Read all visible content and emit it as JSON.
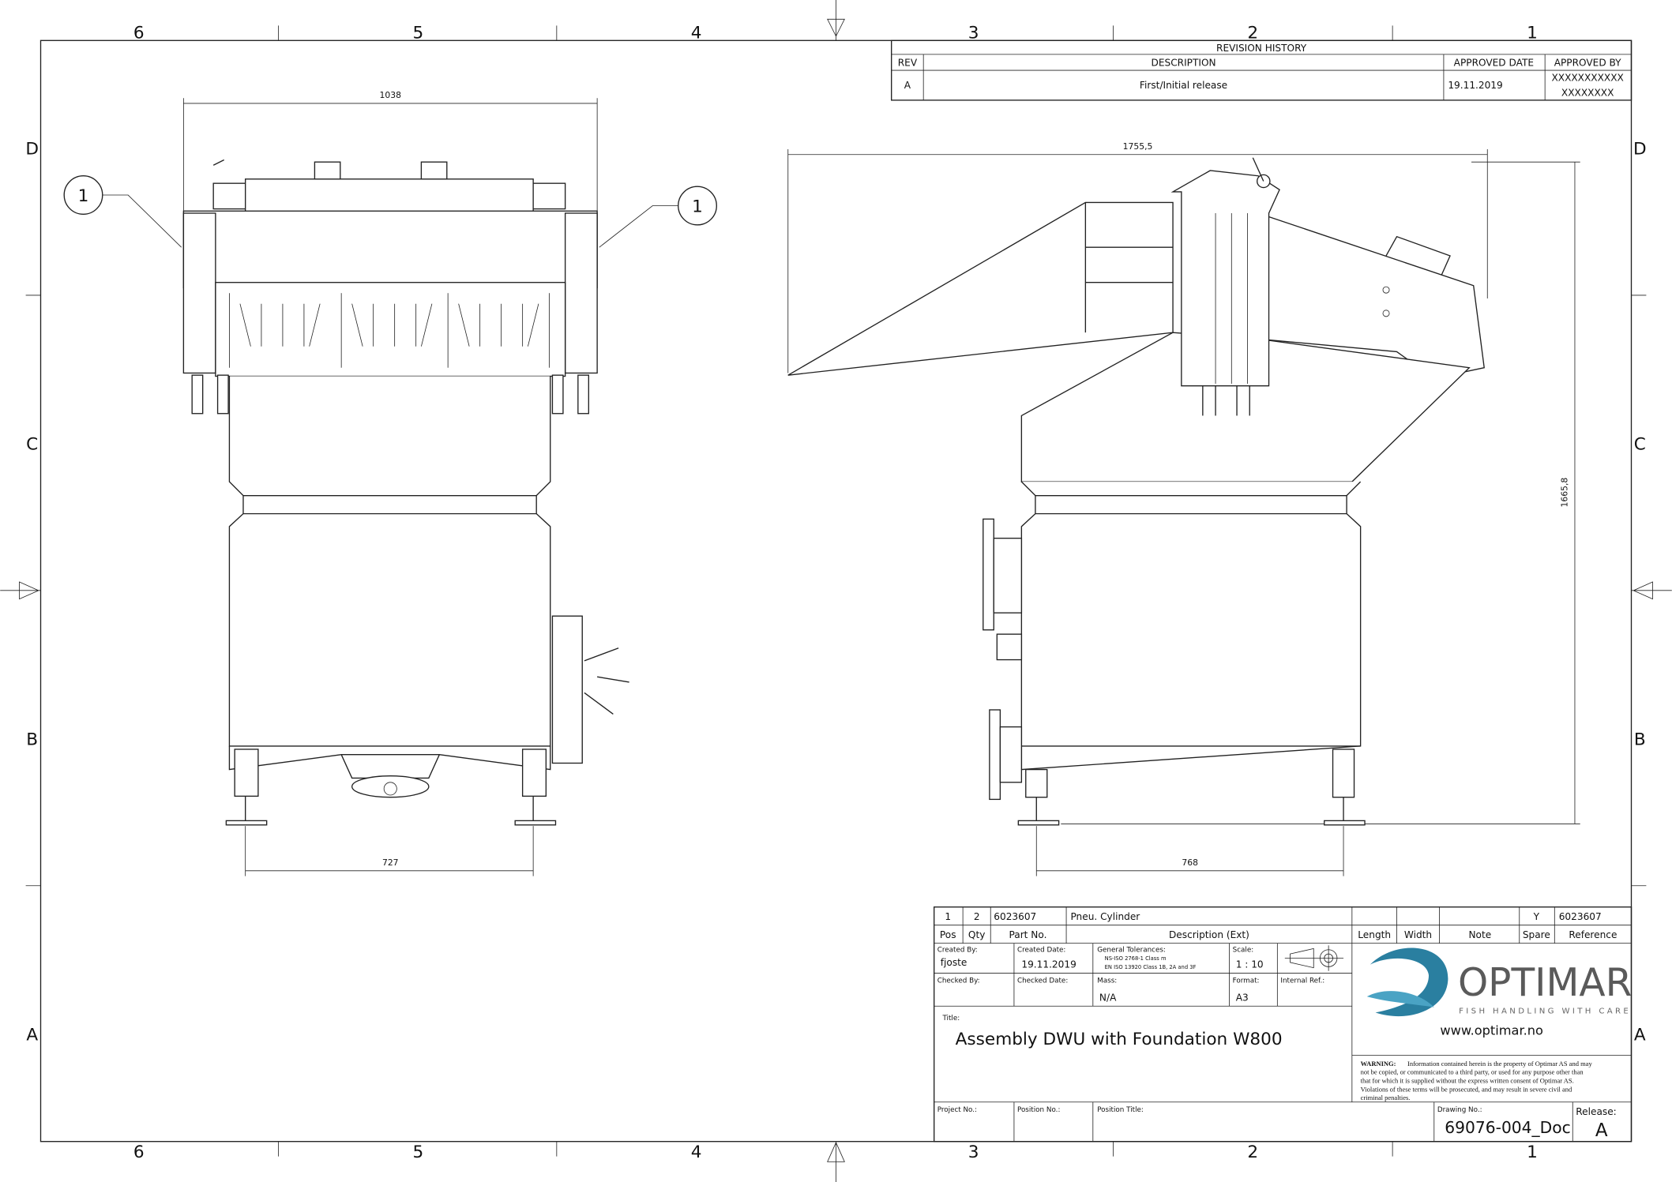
{
  "zones": {
    "columns": [
      "6",
      "5",
      "4",
      "3",
      "2",
      "1"
    ],
    "rows": [
      "D",
      "C",
      "B",
      "A"
    ]
  },
  "revision_history": {
    "title": "REVISION HISTORY",
    "headers": [
      "REV",
      "DESCRIPTION",
      "APPROVED DATE",
      "APPROVED BY"
    ],
    "rows": [
      {
        "rev": "A",
        "description": "First/Initial release",
        "date": "19.11.2019",
        "approved_by_1": "XXXXXXXXXXX",
        "approved_by_2": "XXXXXXXX"
      }
    ]
  },
  "dimensions": {
    "front_width": "1038",
    "front_feet": "727",
    "side_length": "1755,5",
    "side_height": "1665,8",
    "side_feet": "768"
  },
  "balloons": [
    "1",
    "1"
  ],
  "bom": {
    "row": {
      "pos": "1",
      "qty": "2",
      "part_no": "6023607",
      "description": "Pneu. Cylinder",
      "length": "",
      "width": "",
      "note": "",
      "spare": "Y",
      "reference": "6023607"
    },
    "headers": {
      "pos": "Pos",
      "qty": "Qty",
      "part_no": "Part No.",
      "description": "Description (Ext)",
      "length": "Length",
      "width": "Width",
      "note": "Note",
      "spare": "Spare",
      "reference": "Reference"
    }
  },
  "title_block": {
    "created_by_label": "Created By:",
    "created_by": "fjoste",
    "created_date_label": "Created Date:",
    "created_date": "19.11.2019",
    "tolerances_label": "General Tolerances:",
    "tolerance_1": "NS-ISO 2768-1 Class m",
    "tolerance_2": "EN ISO 13920 Class 1B, 2A and 3F",
    "scale_label": "Scale:",
    "scale": "1 : 10",
    "checked_by_label": "Checked By:",
    "checked_date_label": "Checked Date:",
    "mass_label": "Mass:",
    "mass": "N/A",
    "format_label": "Format:",
    "format": "A3",
    "internal_ref_label": "Internal Ref.:",
    "title_label": "Title:",
    "title": "Assembly DWU with Foundation W800",
    "project_no_label": "Project No.:",
    "position_no_label": "Position No.:",
    "position_title_label": "Position Title:",
    "drawing_no_label": "Drawing No.:",
    "drawing_no": "69076-004_Doc",
    "release_label": "Release:",
    "release": "A"
  },
  "logo": {
    "name": "OPTIMAR",
    "tagline": "FISH HANDLING WITH CARE",
    "url": "www.optimar.no",
    "color": "#2a7fa0"
  },
  "warning": {
    "bold": "WARNING:",
    "lines": [
      "Information contained herein is the property of Optimar AS and may",
      "not be copied, or communicated to a third party, or used for any purpose other than",
      "that for which it is supplied without the express written consent of Optimar AS.",
      "Violations of these terms will be prosecuted, and may result in severe civil and",
      "criminal penalties."
    ]
  }
}
